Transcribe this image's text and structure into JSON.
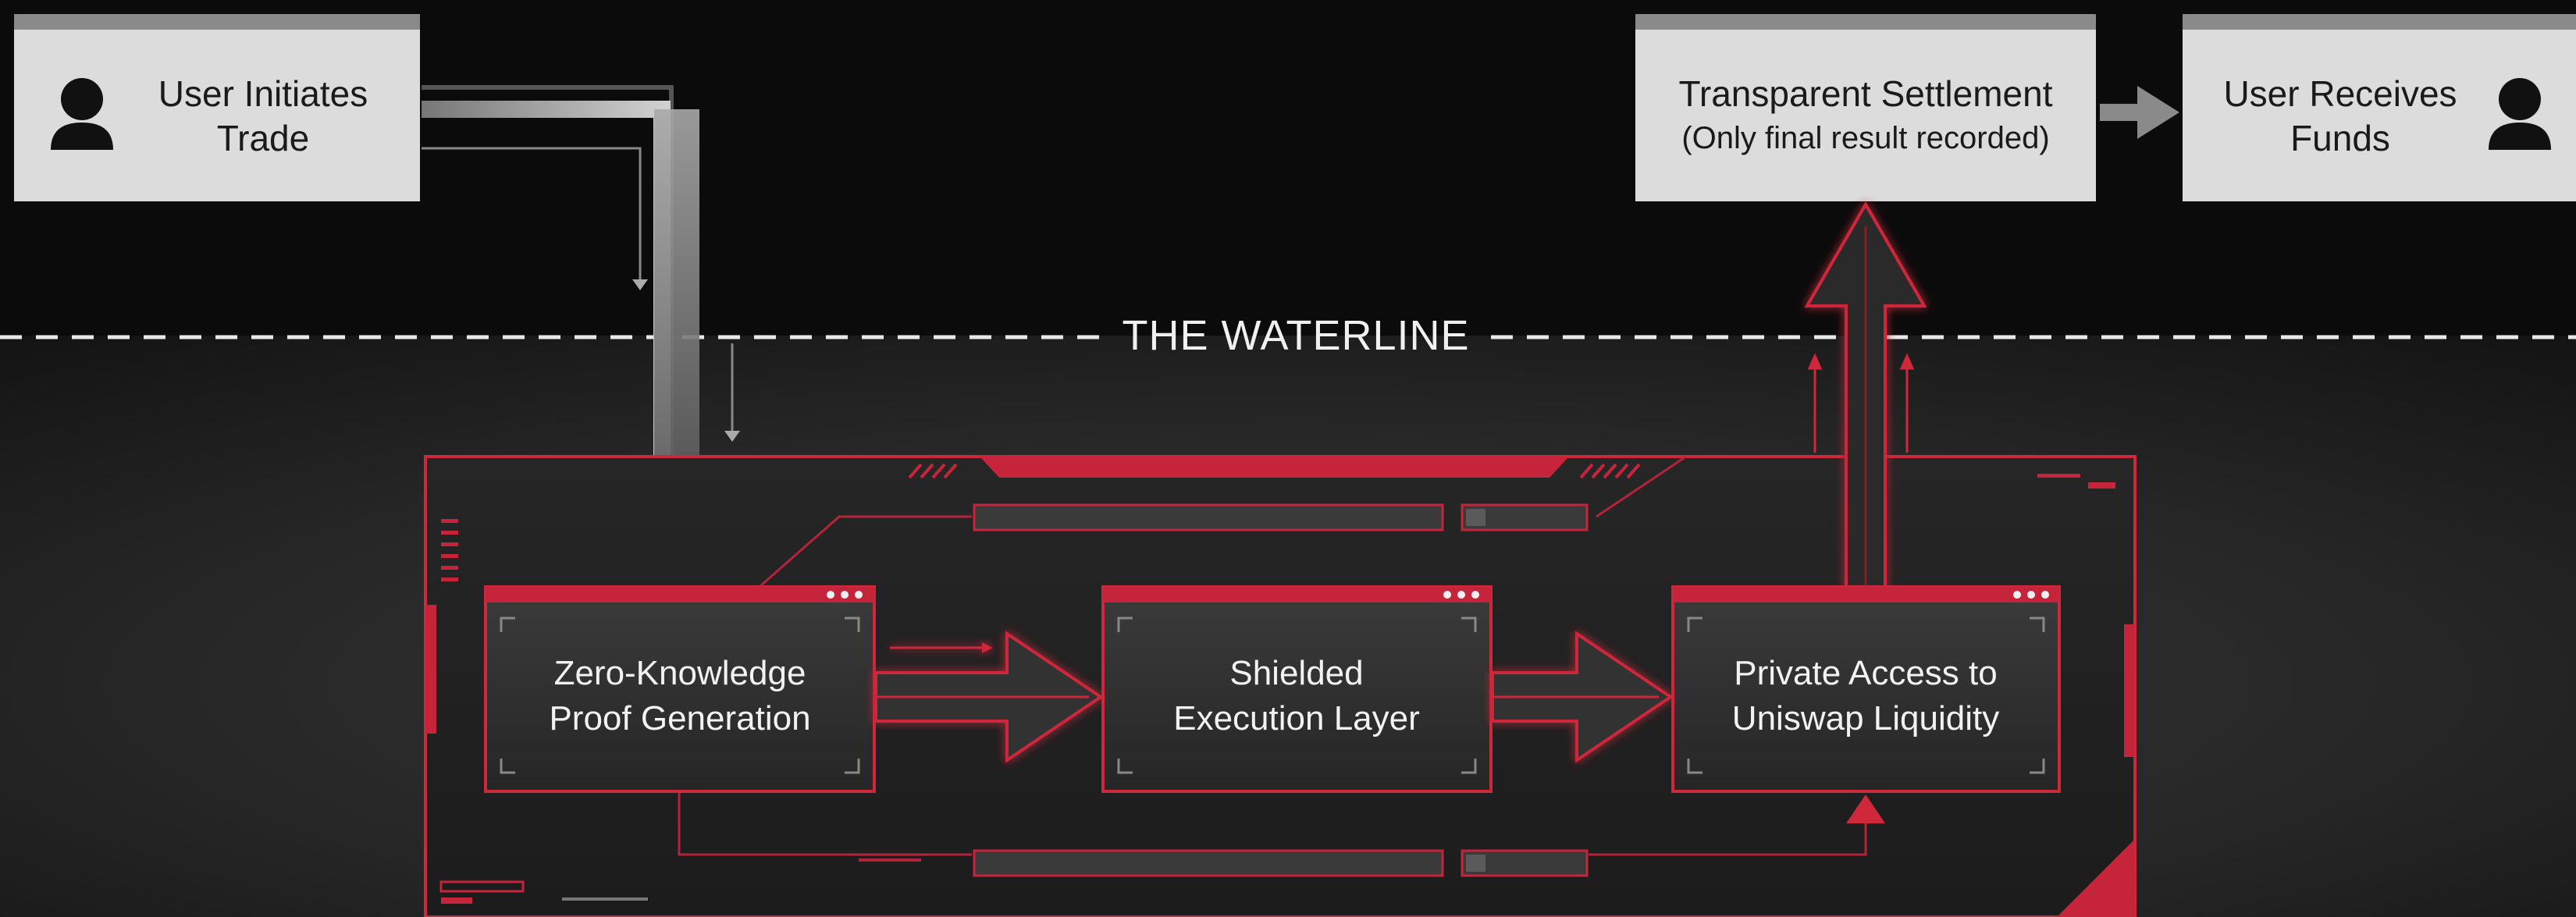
{
  "waterline": {
    "label": "THE WATERLINE"
  },
  "top_row": {
    "user_initiates": {
      "line1": "User Initiates",
      "line2": "Trade",
      "icon": "user-icon"
    },
    "transparent_settlement": {
      "line1": "Transparent Settlement",
      "line2": "(Only final result recorded)"
    },
    "user_receives": {
      "line1": "User Receives",
      "line2": "Funds",
      "icon": "user-icon"
    }
  },
  "shielded_panel": {
    "zk_proof": {
      "line1": "Zero-Knowledge",
      "line2": "Proof Generation"
    },
    "shielded_execution": {
      "line1": "Shielded",
      "line2": "Execution Layer"
    },
    "private_access": {
      "line1": "Private Access to",
      "line2": "Uniswap Liquidity"
    }
  },
  "colors": {
    "background_top": "#0b0b0b",
    "background_bottom": "#262626",
    "top_box_fill": "#dcdcdc",
    "top_box_header": "#8a8a8a",
    "accent_red": "#d0283b",
    "inner_box_fill": "#2f2f2f"
  }
}
